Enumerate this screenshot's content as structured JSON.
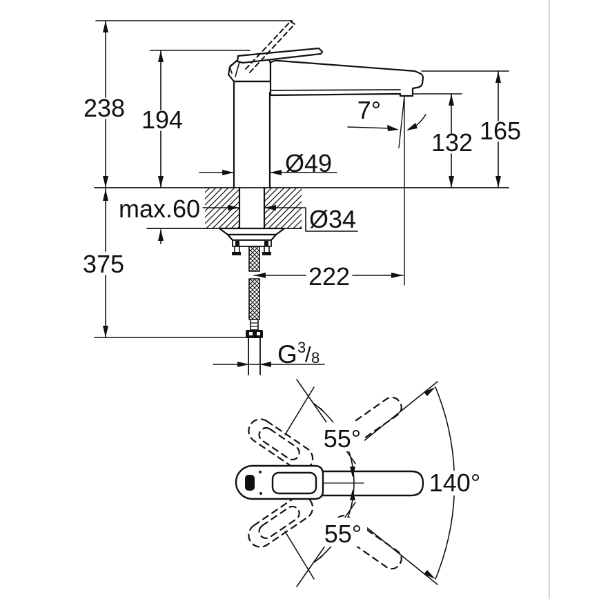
{
  "side_view": {
    "total_height": "238",
    "upper_height": "194",
    "spout_top_height": "165",
    "outlet_height": "132",
    "stream_angle": "7°",
    "body_diameter": "Ø49",
    "max_counter_thickness": "max.60",
    "hole_diameter": "Ø34",
    "below_counter_depth": "375",
    "spout_reach": "222",
    "thread_letter": "G",
    "thread_sup": "3",
    "thread_slash": "/",
    "thread_sub": "8"
  },
  "top_view": {
    "swivel_upper": "55°",
    "swivel_total": "140°",
    "swivel_lower": "55°"
  },
  "colors": {
    "line": "#111111",
    "divider": "#c5c5c5",
    "background": "#ffffff"
  }
}
